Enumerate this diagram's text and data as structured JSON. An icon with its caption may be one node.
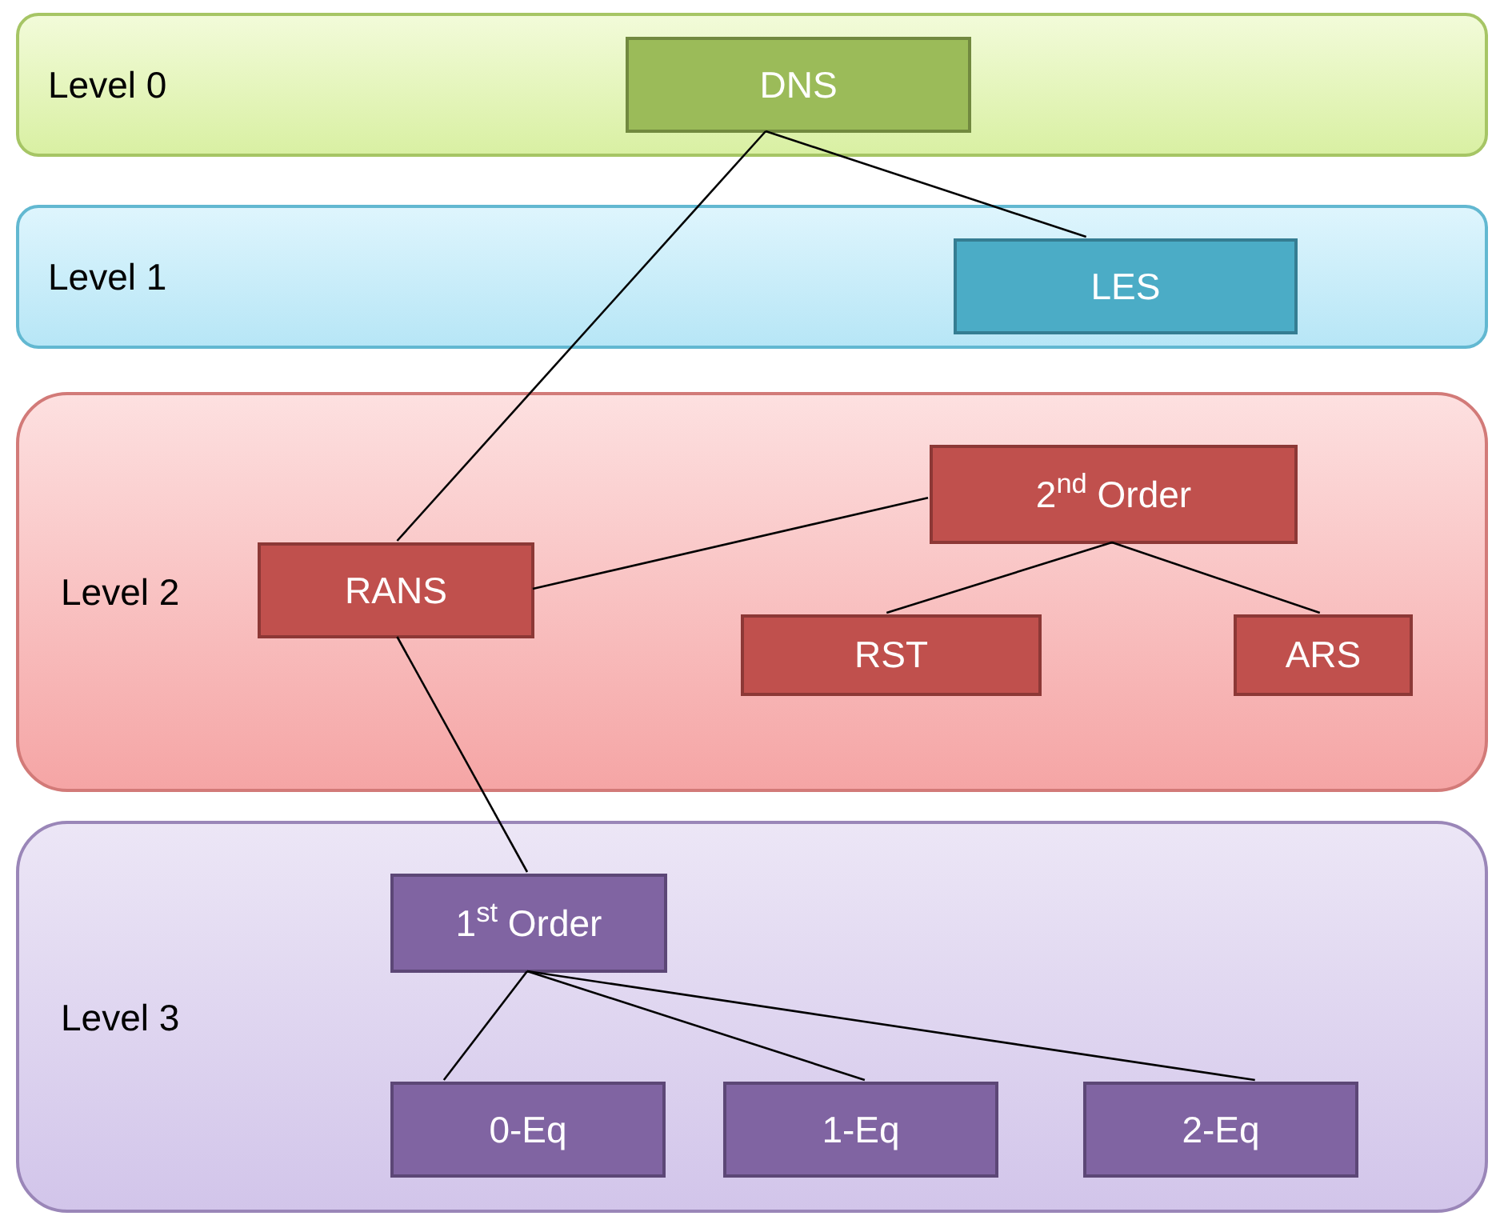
{
  "diagram": {
    "nodes": [
      {
        "text": [
          "Level 0"
        ]
      },
      {
        "text": [
          "DNS"
        ],
        "in": 0
      },
      {
        "text": [
          "Level 1"
        ]
      },
      {
        "text": [
          "LES"
        ],
        "in": 2
      },
      {
        "text": [
          "Level 2"
        ]
      },
      {
        "text": [
          "2$^{nd}$ Order"
        ],
        "in": 4
      },
      {
        "text": [
          "RANS"
        ],
        "in": 4
      },
      {
        "text": [
          "RST"
        ],
        "in": 4
      },
      {
        "text": [
          "ARS"
        ],
        "in": 4
      },
      {
        "text": [
          "Level 3"
        ]
      },
      {
        "text": [
          "1$^{st}$ Order"
        ],
        "in": 9
      },
      {
        "text": [
          "0-Eq"
        ],
        "in": 9
      },
      {
        "text": [
          "1-Eq"
        ],
        "in": 9
      },
      {
        "text": [
          "2-Eq"
        ],
        "in": 9
      }
    ],
    "edges": [
      {
        "from": 1,
        "to": 3,
        "arrow": "none"
      },
      {
        "from": 1,
        "to": 6,
        "arrow": "none"
      },
      {
        "from": 6,
        "to": 5,
        "arrow": "none"
      },
      {
        "from": 5,
        "to": 7,
        "arrow": "none"
      },
      {
        "from": 5,
        "to": 8,
        "arrow": "none"
      },
      {
        "from": 6,
        "to": 10,
        "arrow": "none"
      },
      {
        "from": 10,
        "to": 11,
        "arrow": "none"
      },
      {
        "from": 10,
        "to": 12,
        "arrow": "none"
      },
      {
        "from": 10,
        "to": 13,
        "arrow": "none"
      }
    ]
  }
}
